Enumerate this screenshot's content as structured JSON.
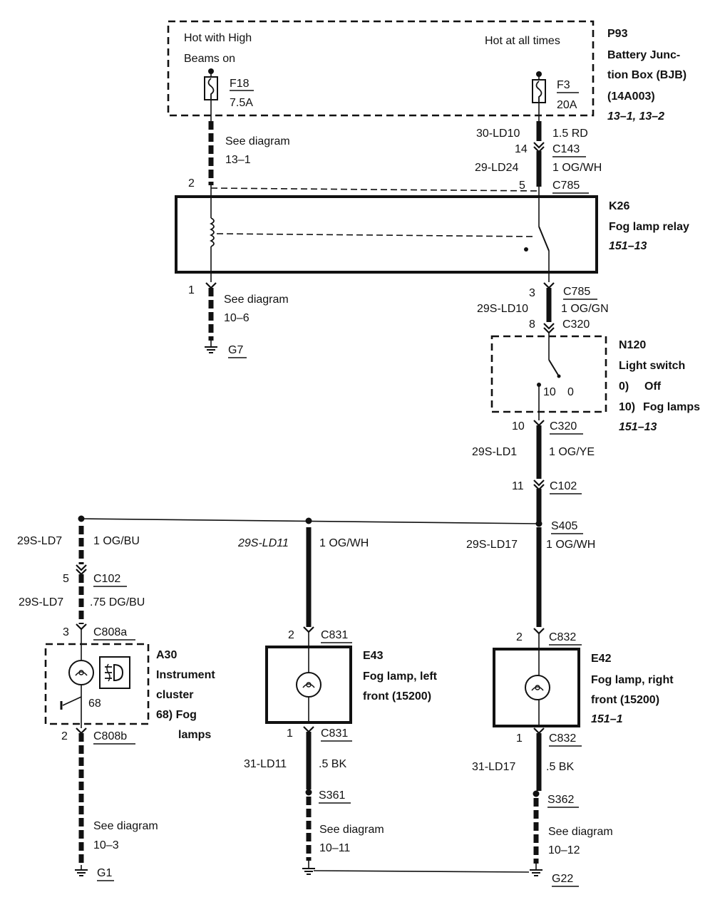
{
  "bjb": {
    "id": "P93",
    "name_line1": "Battery Junc-",
    "name_line2": "tion Box (BJB)",
    "part": "(14A003)",
    "ref": "13–1, 13–2",
    "note_left_line1": "Hot with High",
    "note_left_line2": "Beams on",
    "note_right": "Hot at all times",
    "fuse_left_id": "F18",
    "fuse_left_rating": "7.5A",
    "fuse_right_id": "F3",
    "fuse_right_rating": "20A"
  },
  "upper_wires": {
    "w1_circuit": "30-LD10",
    "w1_gauge": "1.5 RD",
    "c143_pin": "14",
    "c143": "C143",
    "w2_circuit": "29-LD24",
    "w2_gauge": "1 OG/WH",
    "left_see_line1": "See diagram",
    "left_see_line2": "13–1"
  },
  "relay": {
    "id": "K26",
    "name": "Fog lamp relay",
    "ref": "151–13",
    "pin_top_left": "2",
    "pin_top_right": "5",
    "connector_top": "C785",
    "pin_bottom_left": "1",
    "pin_bottom_right": "3",
    "connector_bottom": "C785",
    "left_see_line1": "See diagram",
    "left_see_line2": "10–6",
    "ground_left": "G7"
  },
  "switch_feed": {
    "circuit": "29S-LD10",
    "gauge": "1 OG/GN",
    "pin": "8",
    "connector": "C320"
  },
  "light_switch": {
    "id": "N120",
    "name": "Light switch",
    "pos0_num": "0)",
    "pos0_label": "Off",
    "pos10_num": "10)",
    "pos10_label": "Fog lamps",
    "ref": "151–13",
    "contact_10": "10",
    "contact_0": "0"
  },
  "switch_out": {
    "pin": "10",
    "connector": "C320",
    "circuit": "29S-LD1",
    "gauge": "1 OG/YE",
    "pin2": "11",
    "connector2": "C102",
    "splice": "S405"
  },
  "branch_left": {
    "circuit": "29S-LD7",
    "gauge": "1 OG/BU",
    "pin": "5",
    "connector": "C102",
    "circuit2": "29S-LD7",
    "gauge2": ".75 DG/BU",
    "pin_in": "3",
    "connector_in": "C808a",
    "cluster_id": "A30",
    "cluster_line1": "Instrument",
    "cluster_line2": "cluster",
    "cluster_line3": "68) Fog",
    "cluster_line4": "lamps",
    "indicator_pin": "68",
    "pin_out": "2",
    "connector_out": "C808b",
    "see_line1": "See diagram",
    "see_line2": "10–3",
    "ground": "G1"
  },
  "branch_mid": {
    "circuit": "29S-LD11",
    "gauge": "1 OG/WH",
    "pin_in": "2",
    "connector_in": "C831",
    "lamp_id": "E43",
    "lamp_line1": "Fog lamp, left",
    "lamp_line2": "front (15200)",
    "pin_out": "1",
    "connector_out": "C831",
    "circuit_out": "31-LD11",
    "gauge_out": ".5 BK",
    "splice": "S361",
    "see_line1": "See diagram",
    "see_line2": "10–11"
  },
  "branch_right": {
    "circuit": "29S-LD17",
    "gauge": "1 OG/WH",
    "pin_in": "2",
    "connector_in": "C832",
    "lamp_id": "E42",
    "lamp_line1": "Fog lamp, right",
    "lamp_line2": "front (15200)",
    "lamp_ref": "151–1",
    "pin_out": "1",
    "connector_out": "C832",
    "circuit_out": "31-LD17",
    "gauge_out": ".5 BK",
    "splice": "S362",
    "see_line1": "See diagram",
    "see_line2": "10–12",
    "ground": "G22"
  }
}
